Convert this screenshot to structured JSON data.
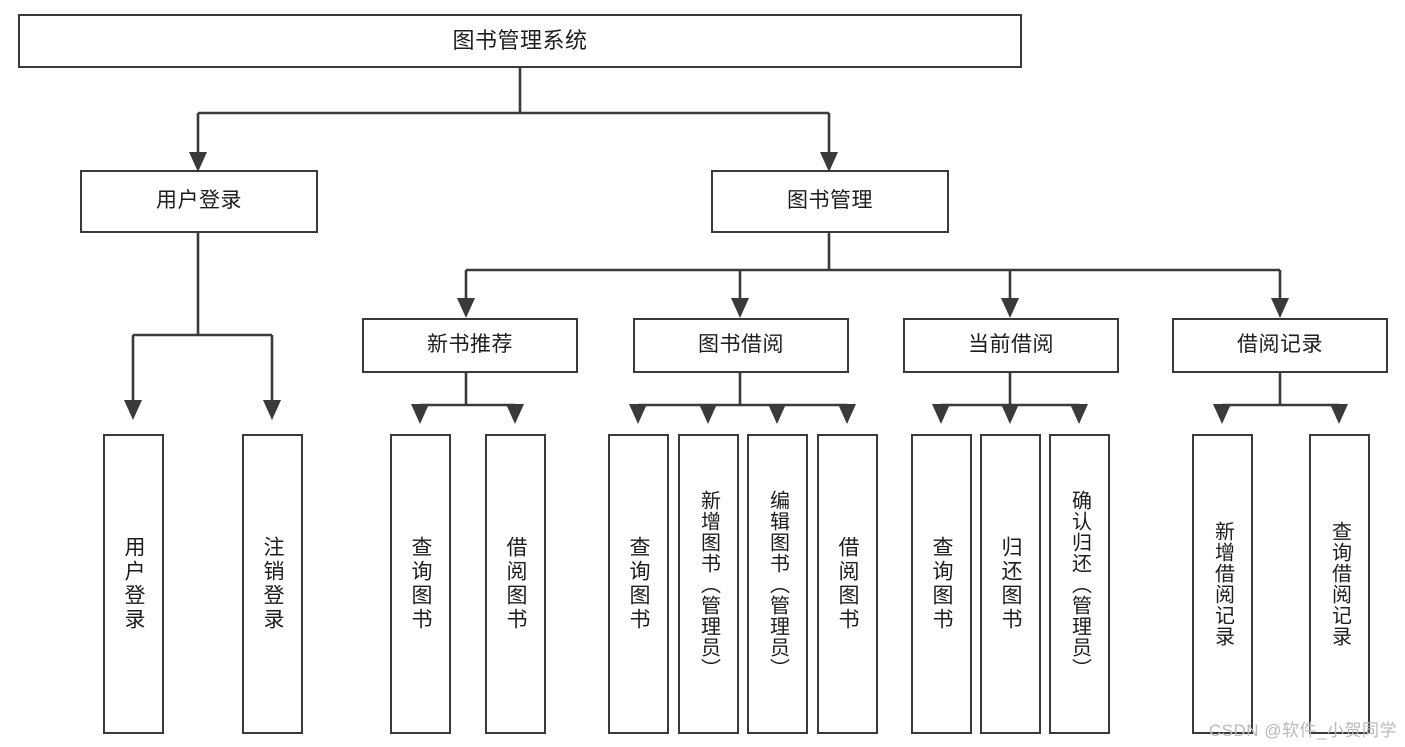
{
  "diagram": {
    "title": "图书管理系统",
    "type": "tree-hierarchy",
    "orientation": "top-down",
    "colors": {
      "box_border": "#3a3a3a",
      "box_fill": "#ffffff",
      "connector": "#3a3a3a",
      "text": "#1d1d1d",
      "watermark": "#b9b9b9",
      "background": "#ffffff"
    }
  },
  "nodes": {
    "root": {
      "label": "图书管理系统"
    },
    "level2": [
      {
        "label": "用户登录"
      },
      {
        "label": "图书管理"
      }
    ],
    "level3": [
      {
        "label": "新书推荐"
      },
      {
        "label": "图书借阅"
      },
      {
        "label": "当前借阅"
      },
      {
        "label": "借阅记录"
      }
    ],
    "leaves": {
      "user_login": [
        {
          "label": "用户登录"
        },
        {
          "label": "注销登录"
        }
      ],
      "new_book_recommend": [
        {
          "label": "查询图书"
        },
        {
          "label": "借阅图书"
        }
      ],
      "book_borrow": [
        {
          "label": "查询图书"
        },
        {
          "label": "新增图书（管理员）"
        },
        {
          "label": "编辑图书（管理员）"
        },
        {
          "label": "借阅图书"
        }
      ],
      "current_borrow": [
        {
          "label": "查询图书"
        },
        {
          "label": "归还图书"
        },
        {
          "label": "确认归还（管理员）"
        }
      ],
      "borrow_record": [
        {
          "label": "新增借阅记录"
        },
        {
          "label": "查询借阅记录"
        }
      ]
    }
  },
  "watermark": {
    "text": "CSDN @软件_小贺同学"
  }
}
